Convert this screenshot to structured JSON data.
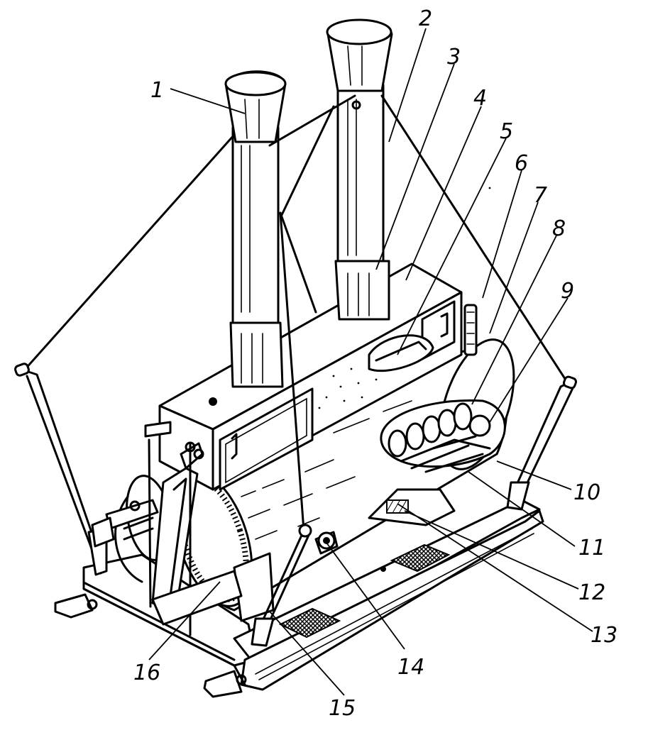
{
  "callouts": [
    {
      "id": "1",
      "text": "1"
    },
    {
      "id": "2",
      "text": "2"
    },
    {
      "id": "3",
      "text": "3"
    },
    {
      "id": "4",
      "text": "4"
    },
    {
      "id": "5",
      "text": "5"
    },
    {
      "id": "6",
      "text": "6"
    },
    {
      "id": "7",
      "text": "7"
    },
    {
      "id": "8",
      "text": "8"
    },
    {
      "id": "9",
      "text": "9"
    },
    {
      "id": "10",
      "text": "10"
    },
    {
      "id": "11",
      "text": "11"
    },
    {
      "id": "12",
      "text": "12"
    },
    {
      "id": "13",
      "text": "13"
    },
    {
      "id": "14",
      "text": "14"
    },
    {
      "id": "15",
      "text": "15"
    },
    {
      "id": "16",
      "text": "16"
    }
  ]
}
